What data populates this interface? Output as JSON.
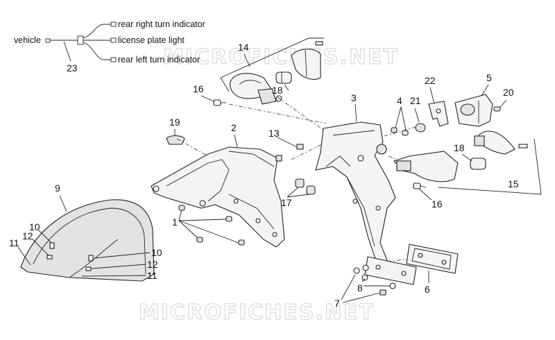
{
  "watermark": {
    "top": "MICROFICHES.NET",
    "bottom": "MICROFICHES.NET"
  },
  "wiring": {
    "source": "vehicle",
    "outputs": [
      "rear right turn indicator",
      "license plate light",
      "rear left turn indicator"
    ]
  },
  "callouts": {
    "c23": "23",
    "c14": "14",
    "c18a": "18",
    "c16a": "16",
    "c3": "3",
    "c4": "4",
    "c21": "21",
    "c22": "22",
    "c5": "5",
    "c20": "20",
    "c19": "19",
    "c2": "2",
    "c13": "13",
    "c18b": "18",
    "c15": "15",
    "c16b": "16",
    "c17": "17",
    "c9": "9",
    "c1": "1",
    "c10a": "10",
    "c12a": "12",
    "c11a": "11",
    "c10b": "10",
    "c12b": "12",
    "c11b": "11",
    "c8": "8",
    "c6": "6",
    "c7": "7"
  },
  "colors": {
    "line": "#222222",
    "fill": "#f4f4f4",
    "watermark": "#d9d9d9"
  }
}
